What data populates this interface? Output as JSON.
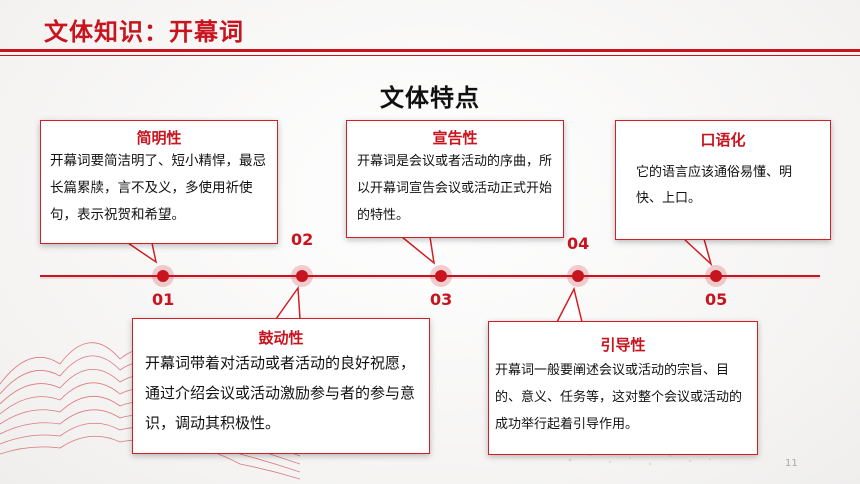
{
  "header": {
    "title": "文体知识：开幕词"
  },
  "main_title": "文体特点",
  "items": [
    {
      "num": "01",
      "title": "简明性",
      "body": "开幕词要简洁明了、短小精悍，最忌长篇累牍，言不及义，多使用祈使句，表示祝贺和希望。"
    },
    {
      "num": "02",
      "title": "鼓动性",
      "body": "开幕词带着对活动或者活动的良好祝愿，通过介绍会议或活动激励参与者的参与意识，调动其积极性。"
    },
    {
      "num": "03",
      "title": "宣告性",
      "body": "开幕词是会议或者活动的序曲，所以开幕词宣告会议或活动正式开始的特性。"
    },
    {
      "num": "04",
      "title": "引导性",
      "body": "开幕词一般要阐述会议或活动的宗旨、目的、意义、任务等，这对整个会议或活动的成功举行起着引导作用。"
    },
    {
      "num": "05",
      "title": "口语化",
      "body": "它的语言应该通俗易懂、明快、上口。"
    }
  ],
  "page_number": "11",
  "colors": {
    "accent": "#c8141e",
    "text": "#111111"
  }
}
